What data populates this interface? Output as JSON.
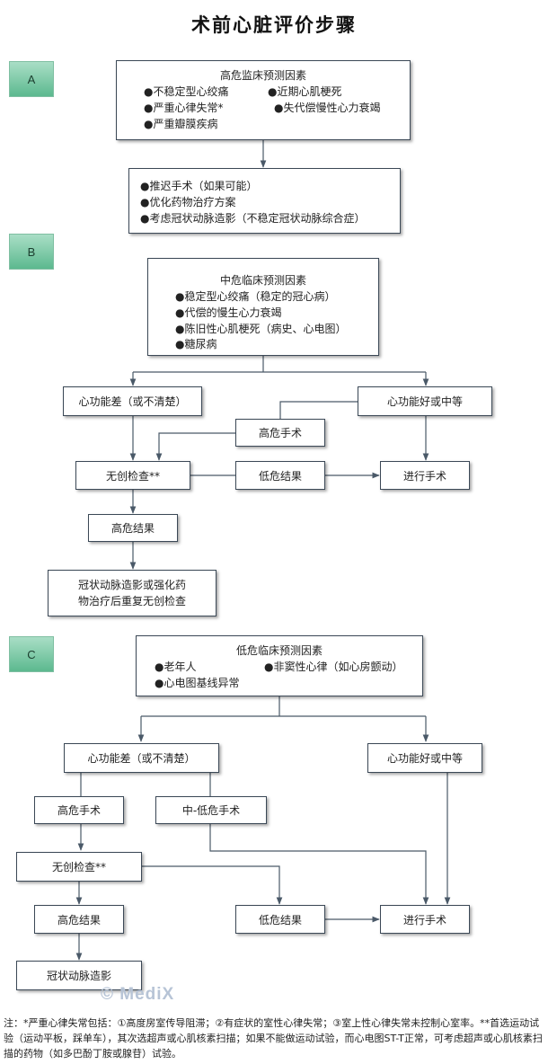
{
  "title": "术前心脏评价步骤",
  "sections": {
    "a": {
      "tag": "A",
      "factors_title": "高危监床预测因素",
      "factors": [
        "●不稳定型心绞痛",
        "●近期心肌梗死",
        "●严重心律失常*",
        "●失代偿慢性心力衰竭",
        "●严重瓣膜疾病"
      ],
      "actions": [
        "●推迟手术（如果可能）",
        "●优化药物治疗方案",
        "●考虑冠状动脉造影（不稳定冠状动脉综合症）"
      ]
    },
    "b": {
      "tag": "B",
      "factors_title": "中危临床预测因素",
      "factors": [
        "●稳定型心绞痛（稳定的冠心病）",
        "●代偿的慢生心力衰竭",
        "●陈旧性心肌梗死（病史、心电图）",
        "●糖尿病"
      ],
      "poor": "心功能差（或不清楚）",
      "good": "心功能好或中等",
      "high_surgery": "高危手术",
      "noninvasive": "无创检查**",
      "low_result": "低危结果",
      "proceed": "进行手术",
      "high_result": "高危结果",
      "repeat": "冠状动脉造影或强化药物治疗后重复无创检查",
      "repeat_line1": "冠状动脉造影或强化药",
      "repeat_line2": "物治疗后重复无创检查"
    },
    "c": {
      "tag": "C",
      "factors_title": "低危临床预测因素",
      "factors": [
        "●老年人",
        "●非窦性心律（如心房颤动）",
        "●心电图基线异常"
      ],
      "poor": "心功能差（或不清楚）",
      "good": "心功能好或中等",
      "high_surgery": "高危手术",
      "mid_low_surgery": "中-低危手术",
      "noninvasive": "无创检查**",
      "high_result": "高危结果",
      "low_result": "低危结果",
      "proceed": "进行手术",
      "angiography": "冠状动脉造影"
    }
  },
  "watermark": "© MediX",
  "note": "注：*严重心律失常包括：①高度房室传导阻滞；②有症状的室性心律失常；③室上性心律失常未控制心室率。**首选运动试验（运动平板，踩单车），其次选超声或心肌核素扫描；如果不能做运动试验，而心电图ST-T正常，可考虑超声或心肌核素扫描的药物（如多巴酚丁胺或腺苷）试验。",
  "colors": {
    "box_border": "#3b4856",
    "tag_fill": "#7ccaa6",
    "arrow": "#4a5968"
  }
}
